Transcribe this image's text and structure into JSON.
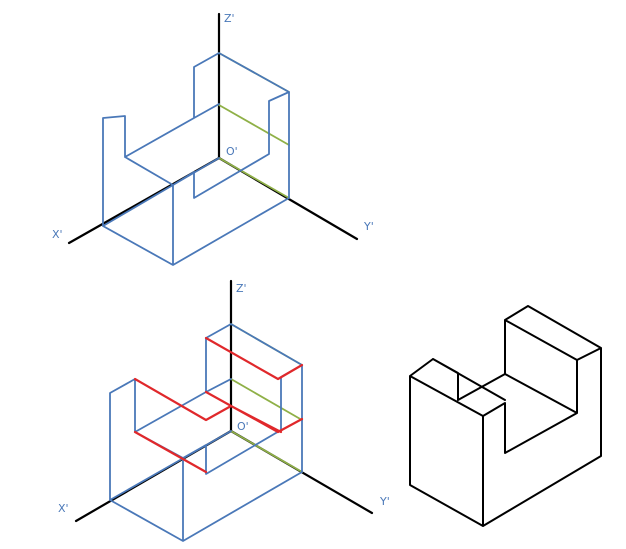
{
  "colors": {
    "axis": "#000000",
    "box_outline": "#4a78b8",
    "guide_line": "#8fb047",
    "cut_line": "#e0282b",
    "final_solid": "#000000",
    "label": "#4a78b8"
  },
  "labels": {
    "top": {
      "z": "Z'",
      "x": "X'",
      "y": "Y'",
      "origin": "O'"
    },
    "bottom": {
      "z": "Z'",
      "x": "X'",
      "y": "Y'",
      "origin": "O'"
    }
  }
}
